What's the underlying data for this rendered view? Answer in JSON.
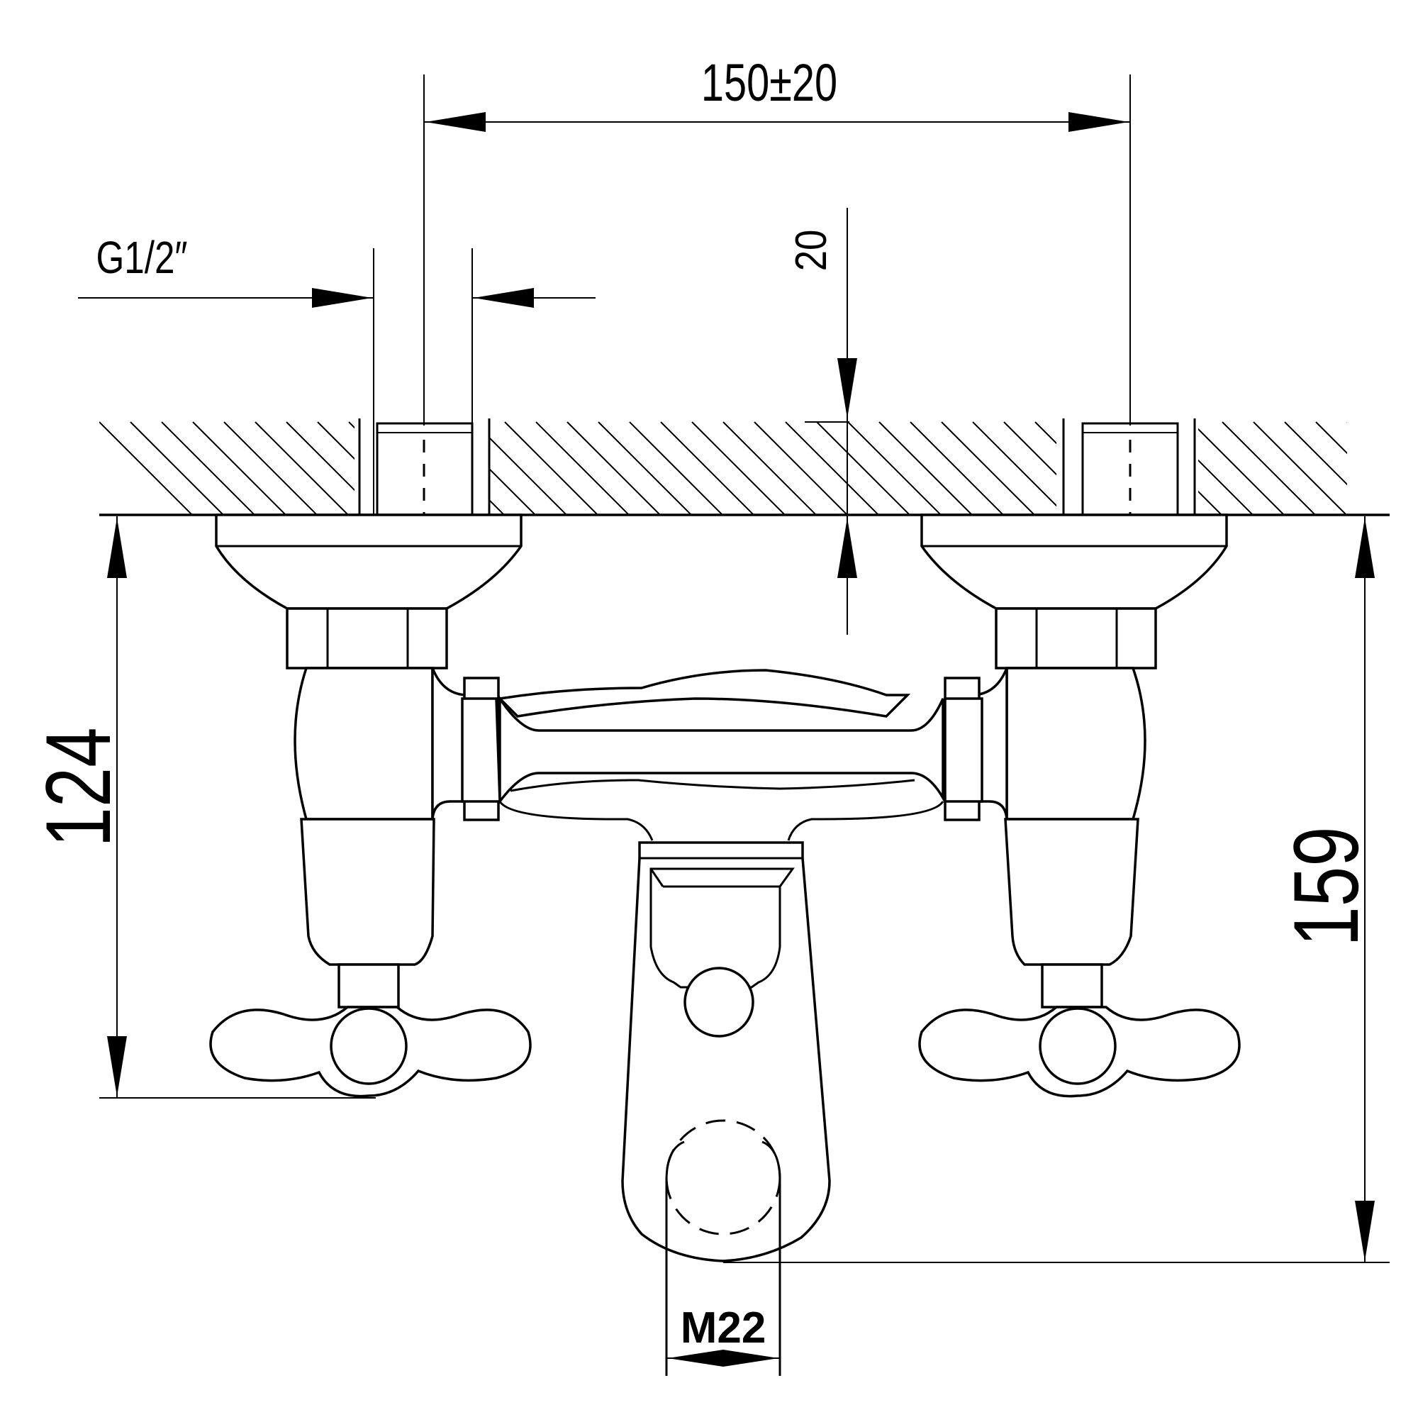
{
  "dimensions": {
    "inlet_spacing": "150±20",
    "thread_inlet": "G1/2″",
    "eccentric_offset": "20",
    "projection_handles": "124",
    "projection_spout": "159",
    "spout_thread": "M22"
  },
  "colors": {
    "line": "#000000",
    "background": "#ffffff"
  }
}
